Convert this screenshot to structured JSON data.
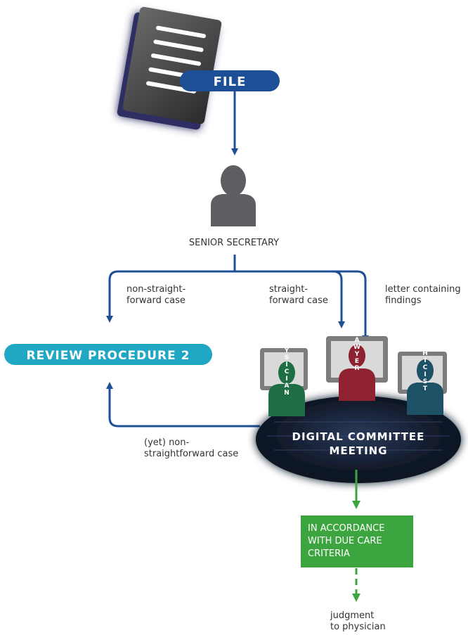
{
  "file_label": "FILE",
  "senior_secretary": "SENIOR SECRETARY",
  "branch_labels": {
    "non_straightforward": "non-straight-\nforward case",
    "straightforward": "straight-\nforward case",
    "letter": "letter containing\nfindings",
    "yet_non_straightforward": "(yet) non-\nstraightforward case"
  },
  "review_procedure": "REVIEW PROCEDURE 2",
  "committee": {
    "physician": "PHYSICIAN",
    "lawyer": "LAWYER",
    "ethicist": "ETHICIST",
    "meeting_line1": "DIGITAL COMMITTEE",
    "meeting_line2": "MEETING"
  },
  "criteria": {
    "line1": "IN ACCORDANCE",
    "line2": "WITH DUE CARE",
    "line3": "CRITERIA"
  },
  "judgment": "judgment\nto physician",
  "colors": {
    "blue": "#1c4f95",
    "teal": "#1fa7c3",
    "green": "#3ca53f",
    "physician": "#1f6e46",
    "lawyer": "#8e2230",
    "ethicist": "#1c5166",
    "person": "#5e5e62"
  }
}
